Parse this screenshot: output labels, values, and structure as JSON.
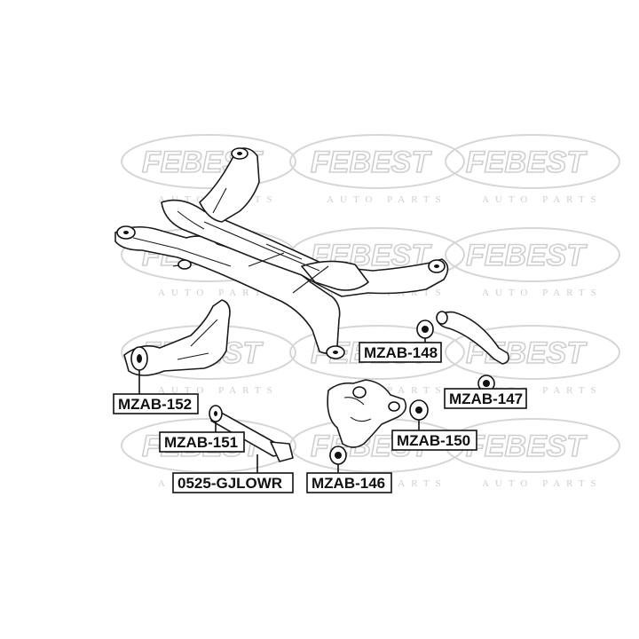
{
  "watermark": {
    "brand": "FEBEST",
    "tagline": "AUTO PARTS"
  },
  "labels": {
    "mzab_148": "MZAB-148",
    "mzab_147": "MZAB-147",
    "mzab_152": "MZAB-152",
    "mzab_150": "MZAB-150",
    "mzab_151": "MZAB-151",
    "mzab_146": "MZAB-146",
    "gjlowr": "0525-GJLOWR"
  }
}
